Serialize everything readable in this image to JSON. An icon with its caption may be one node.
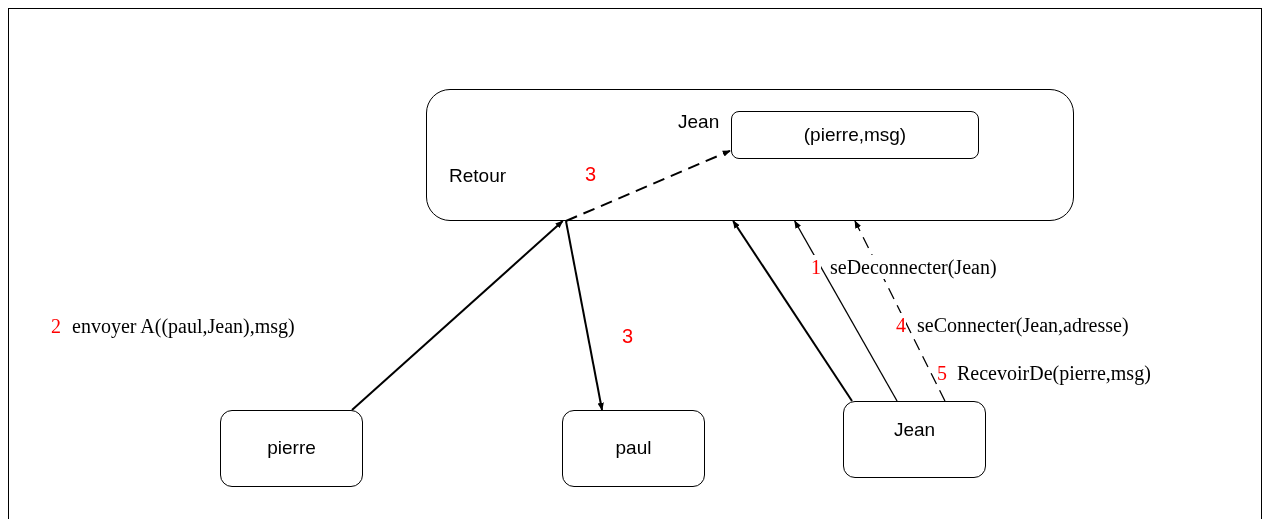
{
  "diagram": {
    "nodes": [
      {
        "text": [
          "Retour"
        ]
      },
      {
        "text": [
          "(pierre,msg)"
        ],
        "beside": [
          "Jean"
        ],
        "in": 0
      },
      {
        "text": [
          "pierre"
        ]
      },
      {
        "text": [
          "paul"
        ]
      },
      {
        "text": [
          "Jean"
        ]
      }
    ],
    "edges": [
      {
        "from": 2,
        "to": 0,
        "arrow": "to",
        "label": "envoyer A((paul,Jean),msg)"
      },
      {
        "from": 0,
        "to": 3,
        "arrow": "to"
      },
      {
        "from": 0,
        "to": 1,
        "arrow": "to",
        "style": "dashed"
      },
      {
        "from": 4,
        "to": 0,
        "arrow": "to"
      },
      {
        "from": 4,
        "to": 0,
        "arrow": "to",
        "label": "seDeconnecter(Jean)"
      },
      {
        "from": 4,
        "to": 0,
        "arrow": "to",
        "style": "dashed",
        "label": "seConnecter(Jean,adresse)"
      }
    ],
    "labels": [
      "3",
      "1",
      "2",
      "4",
      "3",
      "5",
      "RecevoirDe(pierre,msg)"
    ]
  }
}
